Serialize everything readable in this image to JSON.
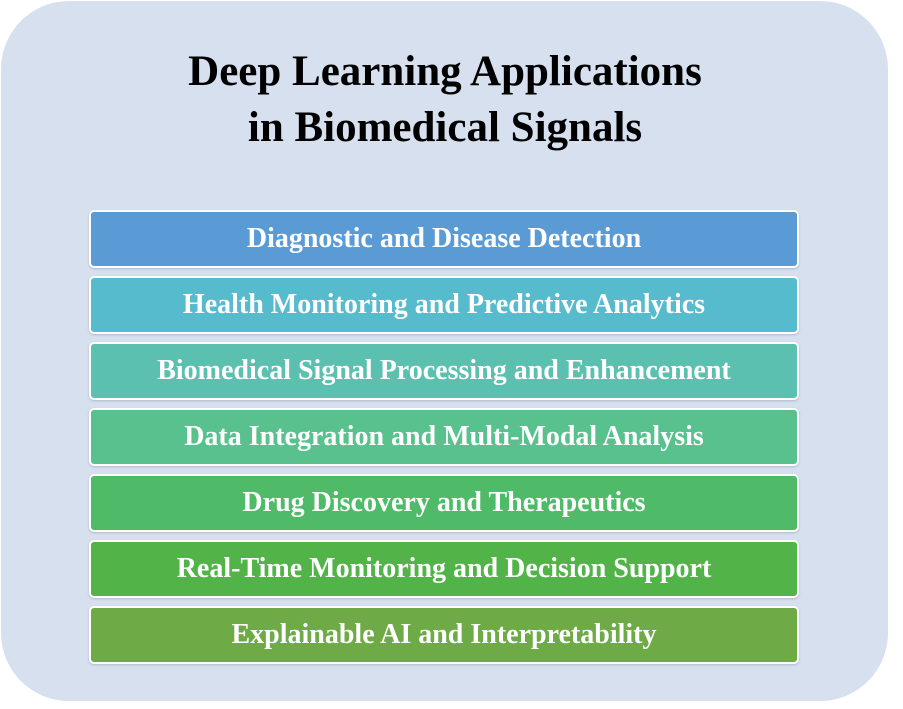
{
  "title": {
    "line1": "Deep Learning Applications",
    "line2": "in Biomedical Signals"
  },
  "items": [
    {
      "label": "Diagnostic and Disease Detection",
      "color": "#5b9bd5"
    },
    {
      "label": "Health Monitoring and Predictive Analytics",
      "color": "#56bccd"
    },
    {
      "label": "Biomedical Signal Processing and Enhancement",
      "color": "#5cc0b0"
    },
    {
      "label": "Data Integration and Multi-Modal Analysis",
      "color": "#58c18e"
    },
    {
      "label": "Drug Discovery and Therapeutics",
      "color": "#4fbb69"
    },
    {
      "label": "Real-Time Monitoring and Decision Support",
      "color": "#52b448"
    },
    {
      "label": "Explainable AI and Interpretability",
      "color": "#6eaa45"
    }
  ],
  "colors": {
    "panel_background": "#d6e0ef",
    "title_text": "#000000",
    "bar_text": "#ffffff"
  }
}
